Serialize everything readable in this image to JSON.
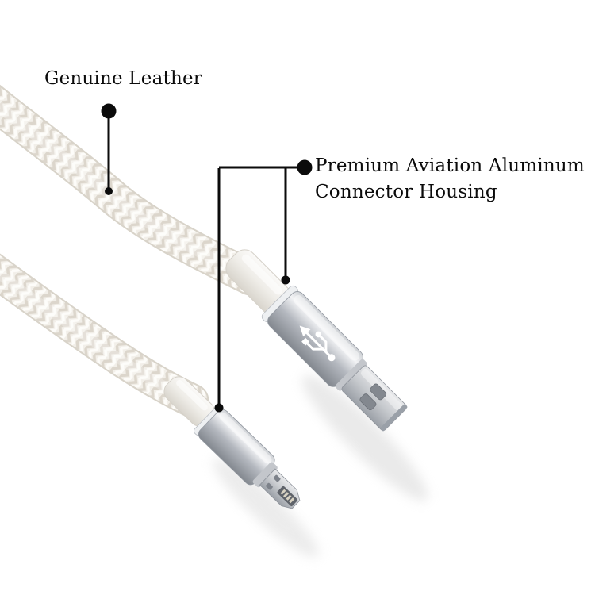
{
  "annotations": {
    "genuine_leather": "Genuine Leather",
    "premium_line1": "Premium Aviation Aluminum",
    "premium_line2": "Connector Housing"
  },
  "colors": {
    "background": "#ffffff",
    "annotation_ink": "#0b0b0b",
    "cable_braid": "#f2efe9",
    "cable_braid_shadow": "#dcd6cc",
    "aluminum_highlight": "#f2f3f5",
    "aluminum_shadow": "#83888f",
    "shield_metal": "#c6c9cd",
    "boot_plastic": "#efede8"
  },
  "icons": {
    "usb_trident": "usb-trident-icon",
    "annotation_bullet": "bullet-dot-icon"
  },
  "objects": {
    "upper_cable": "braided-leather-cable",
    "lower_cable": "braided-leather-cable",
    "large_connector": "usb-a-plug",
    "small_connector": "micro-usb-plug"
  }
}
